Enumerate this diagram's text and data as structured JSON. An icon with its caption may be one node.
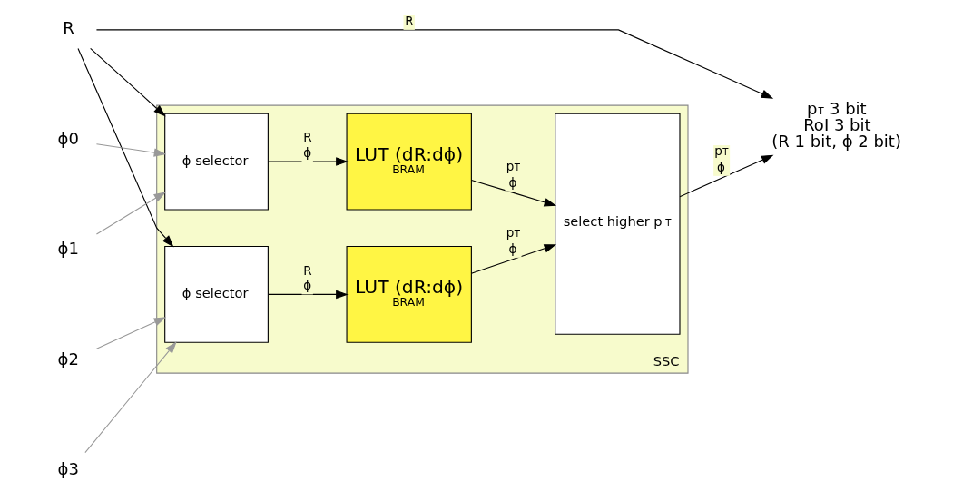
{
  "diagram": {
    "nodes": [
      {
        "text": [
          "SSC"
        ]
      },
      {
        "text": [
          "R"
        ]
      },
      {
        "text": [
          "ϕ0"
        ]
      },
      {
        "text": [
          "ϕ1"
        ]
      },
      {
        "text": [
          "ϕ2"
        ]
      },
      {
        "text": [
          "ϕ3"
        ]
      },
      {
        "text": [
          "ϕ selector"
        ],
        "in": 0
      },
      {
        "text": [
          "LUT (dR:dϕ)",
          "BRAM"
        ],
        "in": 0
      },
      {
        "text": [
          "ϕ selector"
        ],
        "in": 0
      },
      {
        "text": [
          "LUT (dR:dϕ)",
          "BRAM"
        ],
        "in": 0
      },
      {
        "text": [
          "select higher p$_{T}$"
        ],
        "in": 0
      },
      {
        "text": [
          "p$_{T}$ 3 bit",
          "RoI 3 bit",
          "(R 1 bit, ϕ 2 bit)"
        ]
      }
    ],
    "edges": [
      {
        "from": 1,
        "to": 6,
        "arrow": "to"
      },
      {
        "from": 2,
        "to": 6,
        "arrow": "to",
        "color": "#999999"
      },
      {
        "from": 3,
        "to": 6,
        "arrow": "to",
        "color": "#999999"
      },
      {
        "from": 1,
        "to": 8,
        "arrow": "to"
      },
      {
        "from": 4,
        "to": 8,
        "arrow": "to",
        "color": "#999999"
      },
      {
        "from": 5,
        "to": 8,
        "arrow": "to",
        "color": "#999999"
      },
      {
        "from": 6,
        "to": 7,
        "arrow": "to",
        "label": "R ϕ"
      },
      {
        "from": 8,
        "to": 9,
        "arrow": "to",
        "label": "R ϕ"
      },
      {
        "from": 7,
        "to": 10,
        "arrow": "to",
        "label": "p$_{T}$ ϕ"
      },
      {
        "from": 9,
        "to": 10,
        "arrow": "to",
        "label": "p$_{T}$ ϕ"
      },
      {
        "from": 10,
        "to": 11,
        "arrow": "to",
        "label": "p$_{T}$ ϕ"
      },
      {
        "from": 1,
        "to": 11,
        "arrow": "to",
        "label": "R"
      }
    ]
  }
}
